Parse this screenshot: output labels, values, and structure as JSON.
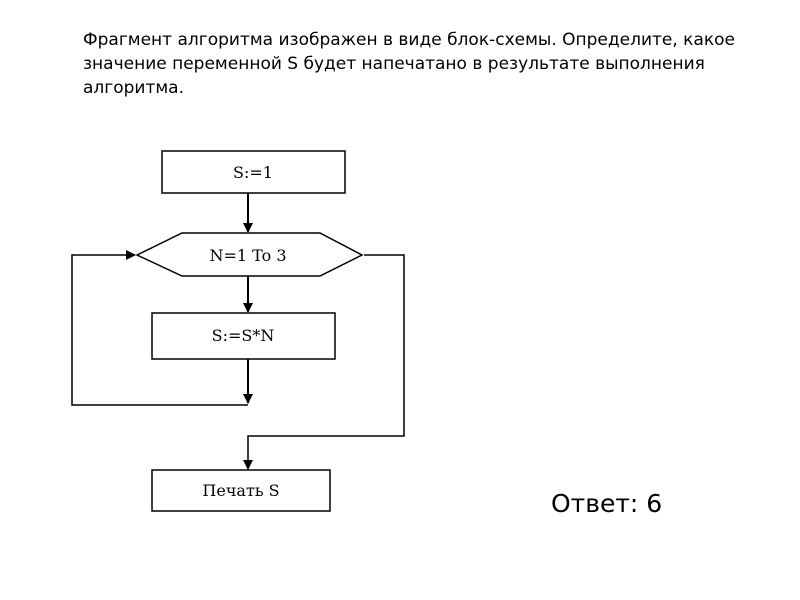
{
  "question": {
    "text": "Фрагмент алгоритма изображен в виде блок-схемы. Определите, какое\nзначение переменной S будет напечатано в результате выполнения\nалгоритма."
  },
  "flowchart": {
    "init_block": "S:=1",
    "loop_block": "N=1 To 3",
    "body_block": "S:=S*N",
    "output_block": "Печать S"
  },
  "answer": {
    "label": "Ответ:",
    "value": "6"
  }
}
